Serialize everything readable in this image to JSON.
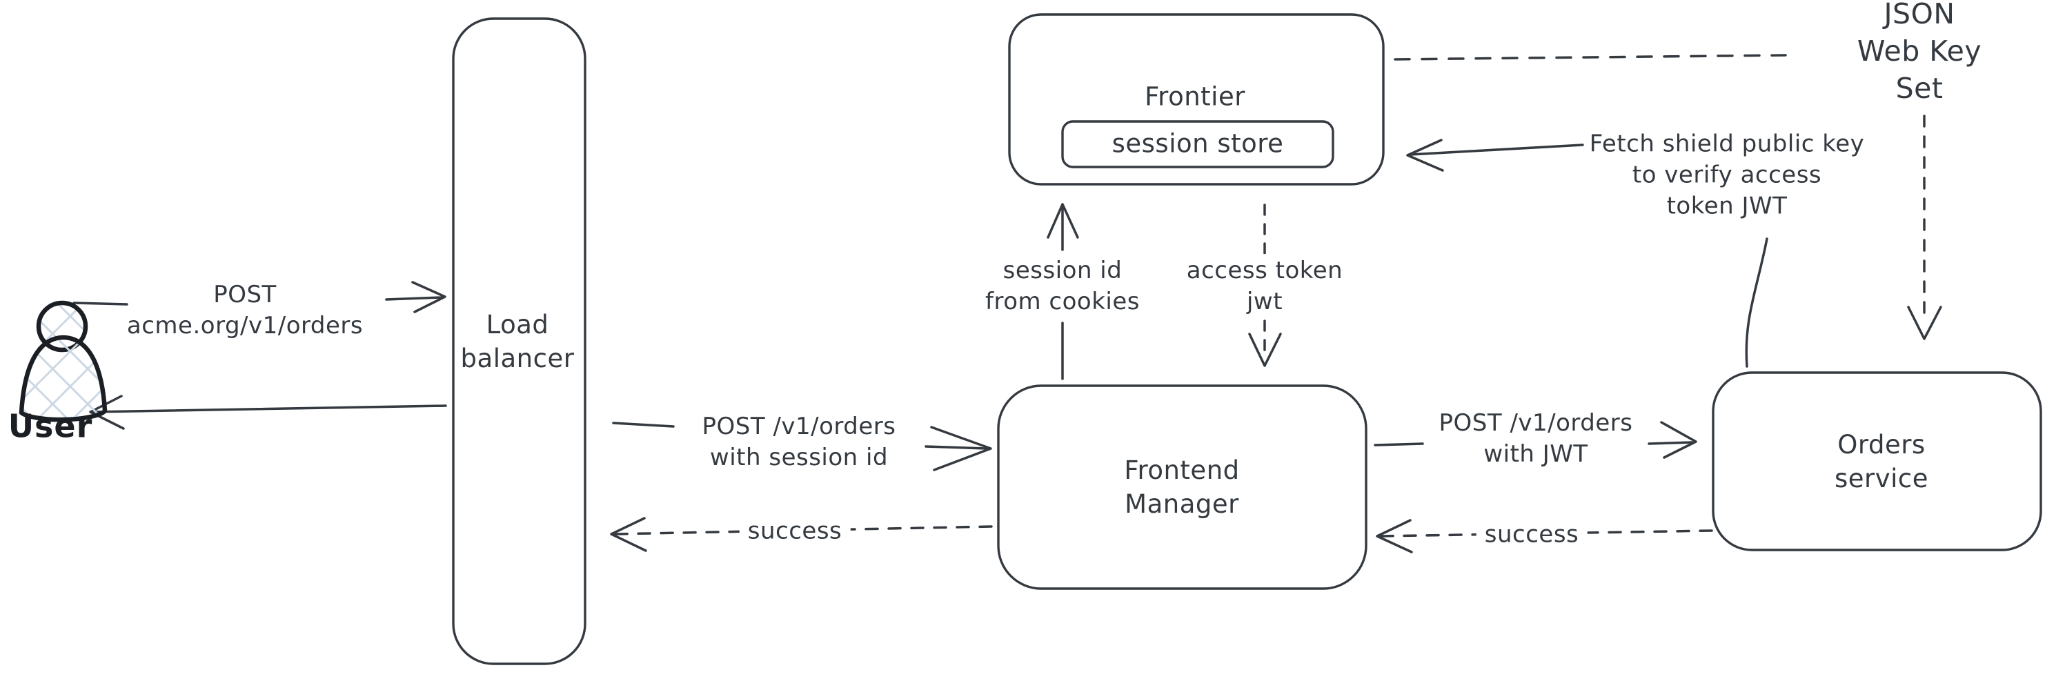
{
  "canvas": {
    "background": "#ffffff",
    "stroke_color": "#343a40",
    "figure_stroke_color": "#1b1f24",
    "figure_hatch_color": "#ccd8e3"
  },
  "nodes": {
    "user": {
      "label": "User"
    },
    "load_balancer": {
      "label": "Load\nbalancer"
    },
    "frontier": {
      "label": "Frontier"
    },
    "session_store": {
      "label": "session store"
    },
    "frontend_manager": {
      "label": "Frontend\nManager"
    },
    "orders_service": {
      "label": "Orders service"
    }
  },
  "edges": {
    "post_orders": {
      "label": "POST\nacme.org/v1/orders"
    },
    "post_with_session_id": {
      "label": "POST /v1/orders\nwith session id"
    },
    "success_to_load_balancer": {
      "label": "success"
    },
    "session_id_from_cookies": {
      "label": "session id\nfrom cookies"
    },
    "access_token_jwt": {
      "label": "access token\njwt"
    },
    "post_with_jwt": {
      "label": "POST /v1/orders\nwith JWT"
    },
    "success_to_frontend_manager": {
      "label": "success"
    },
    "json_web_key_set": {
      "label": "JSON Web Key Set"
    },
    "fetch_shield_public_key": {
      "label": "Fetch shield public key\nto verify access\ntoken JWT"
    }
  }
}
